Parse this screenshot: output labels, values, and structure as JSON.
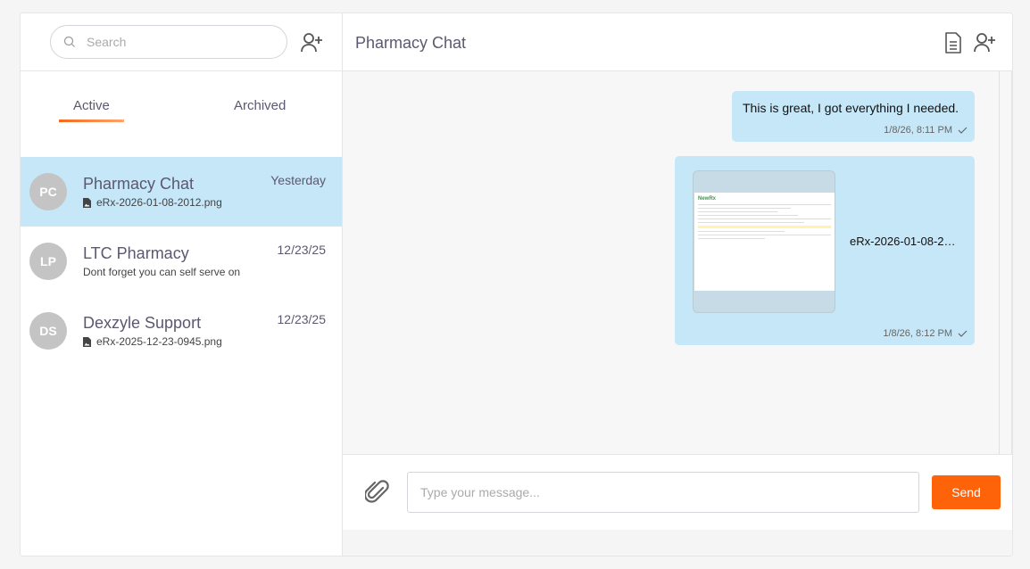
{
  "sidebar": {
    "search_placeholder": "Search",
    "tabs": [
      {
        "label": "Active",
        "active": true
      },
      {
        "label": "Archived",
        "active": false
      }
    ],
    "conversations": [
      {
        "initials": "PC",
        "name": "Pharmacy Chat",
        "date": "Yesterday",
        "preview": "eRx-2026-01-08-2012.png",
        "preview_icon": "image-file-icon",
        "selected": true
      },
      {
        "initials": "LP",
        "name": "LTC Pharmacy",
        "date": "12/23/25",
        "preview": "Dont forget you can self serve on",
        "selected": false
      },
      {
        "initials": "DS",
        "name": "Dexzyle Support",
        "date": "12/23/25",
        "preview": "eRx-2025-12-23-0945.png",
        "preview_icon": "image-file-icon",
        "selected": false
      }
    ]
  },
  "chat": {
    "title": "Pharmacy Chat",
    "messages": [
      {
        "text": "This is great, I got everything I needed.",
        "time": "1/8/26, 8:11 PM",
        "status": "check-icon"
      },
      {
        "attachment": "eRx-2026-01-08-2…",
        "thumbnail_logo": "NewRx",
        "time": "1/8/26, 8:12 PM",
        "status": "check-icon"
      }
    ],
    "input_placeholder": "Type your message...",
    "send_label": "Send"
  },
  "colors": {
    "accent": "#ff6309",
    "selected": "#c5e7f8",
    "bubble": "#c5e7f8"
  }
}
